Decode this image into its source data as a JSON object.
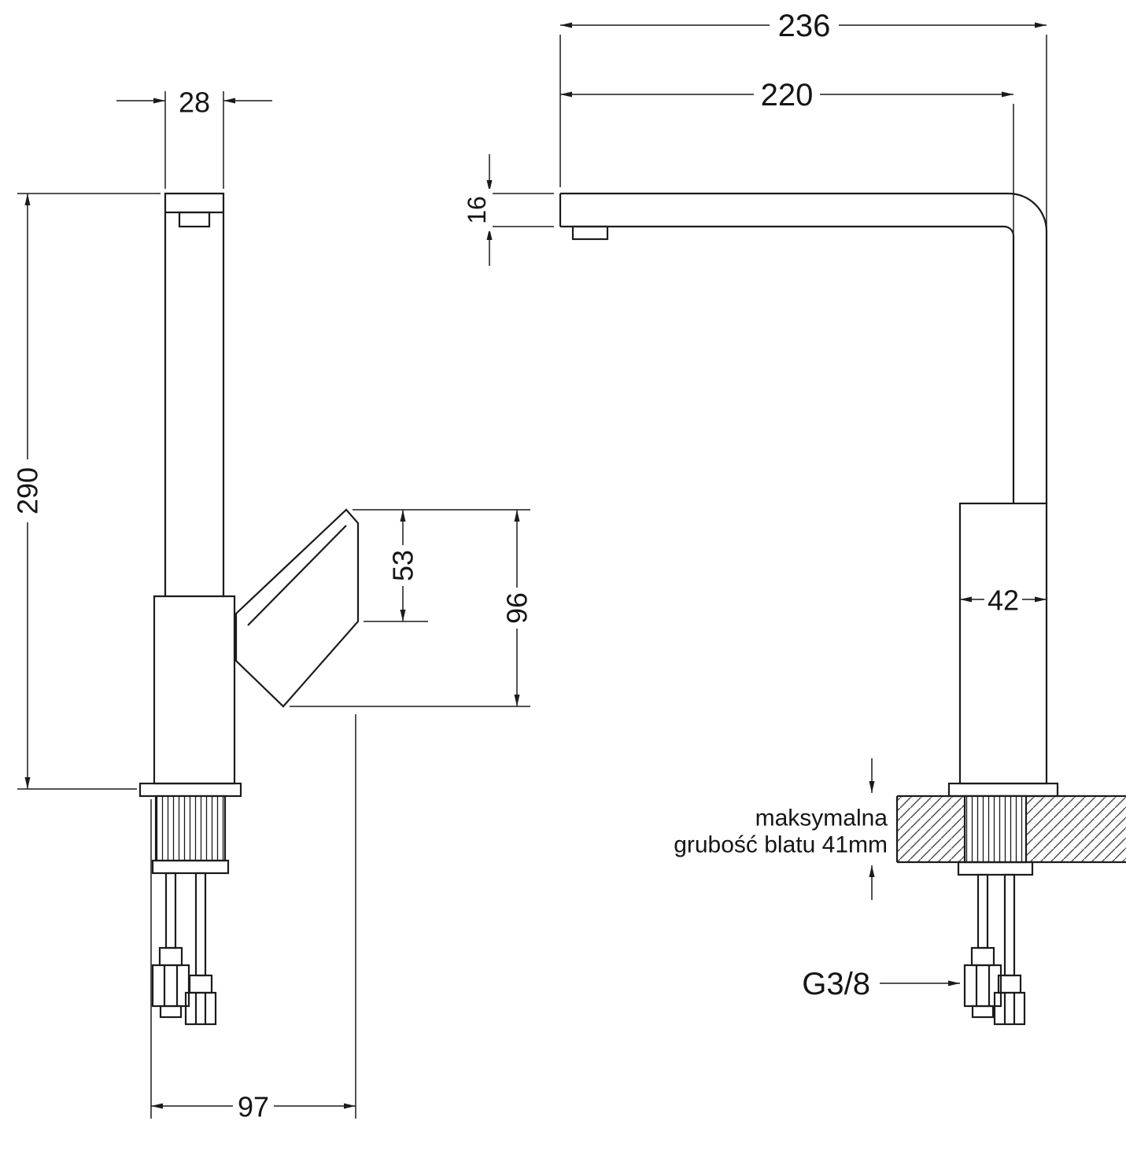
{
  "drawing": {
    "background": "#ffffff",
    "line_color": "#1b1b1b",
    "labels": {
      "dim_28": "28",
      "dim_290": "290",
      "dim_53": "53",
      "dim_96": "96",
      "dim_97": "97",
      "dim_236": "236",
      "dim_220": "220",
      "dim_16": "16",
      "dim_42": "42",
      "thread": "G3/8",
      "note_line1": "maksymalna",
      "note_line2": "grubość blatu 41mm"
    }
  }
}
